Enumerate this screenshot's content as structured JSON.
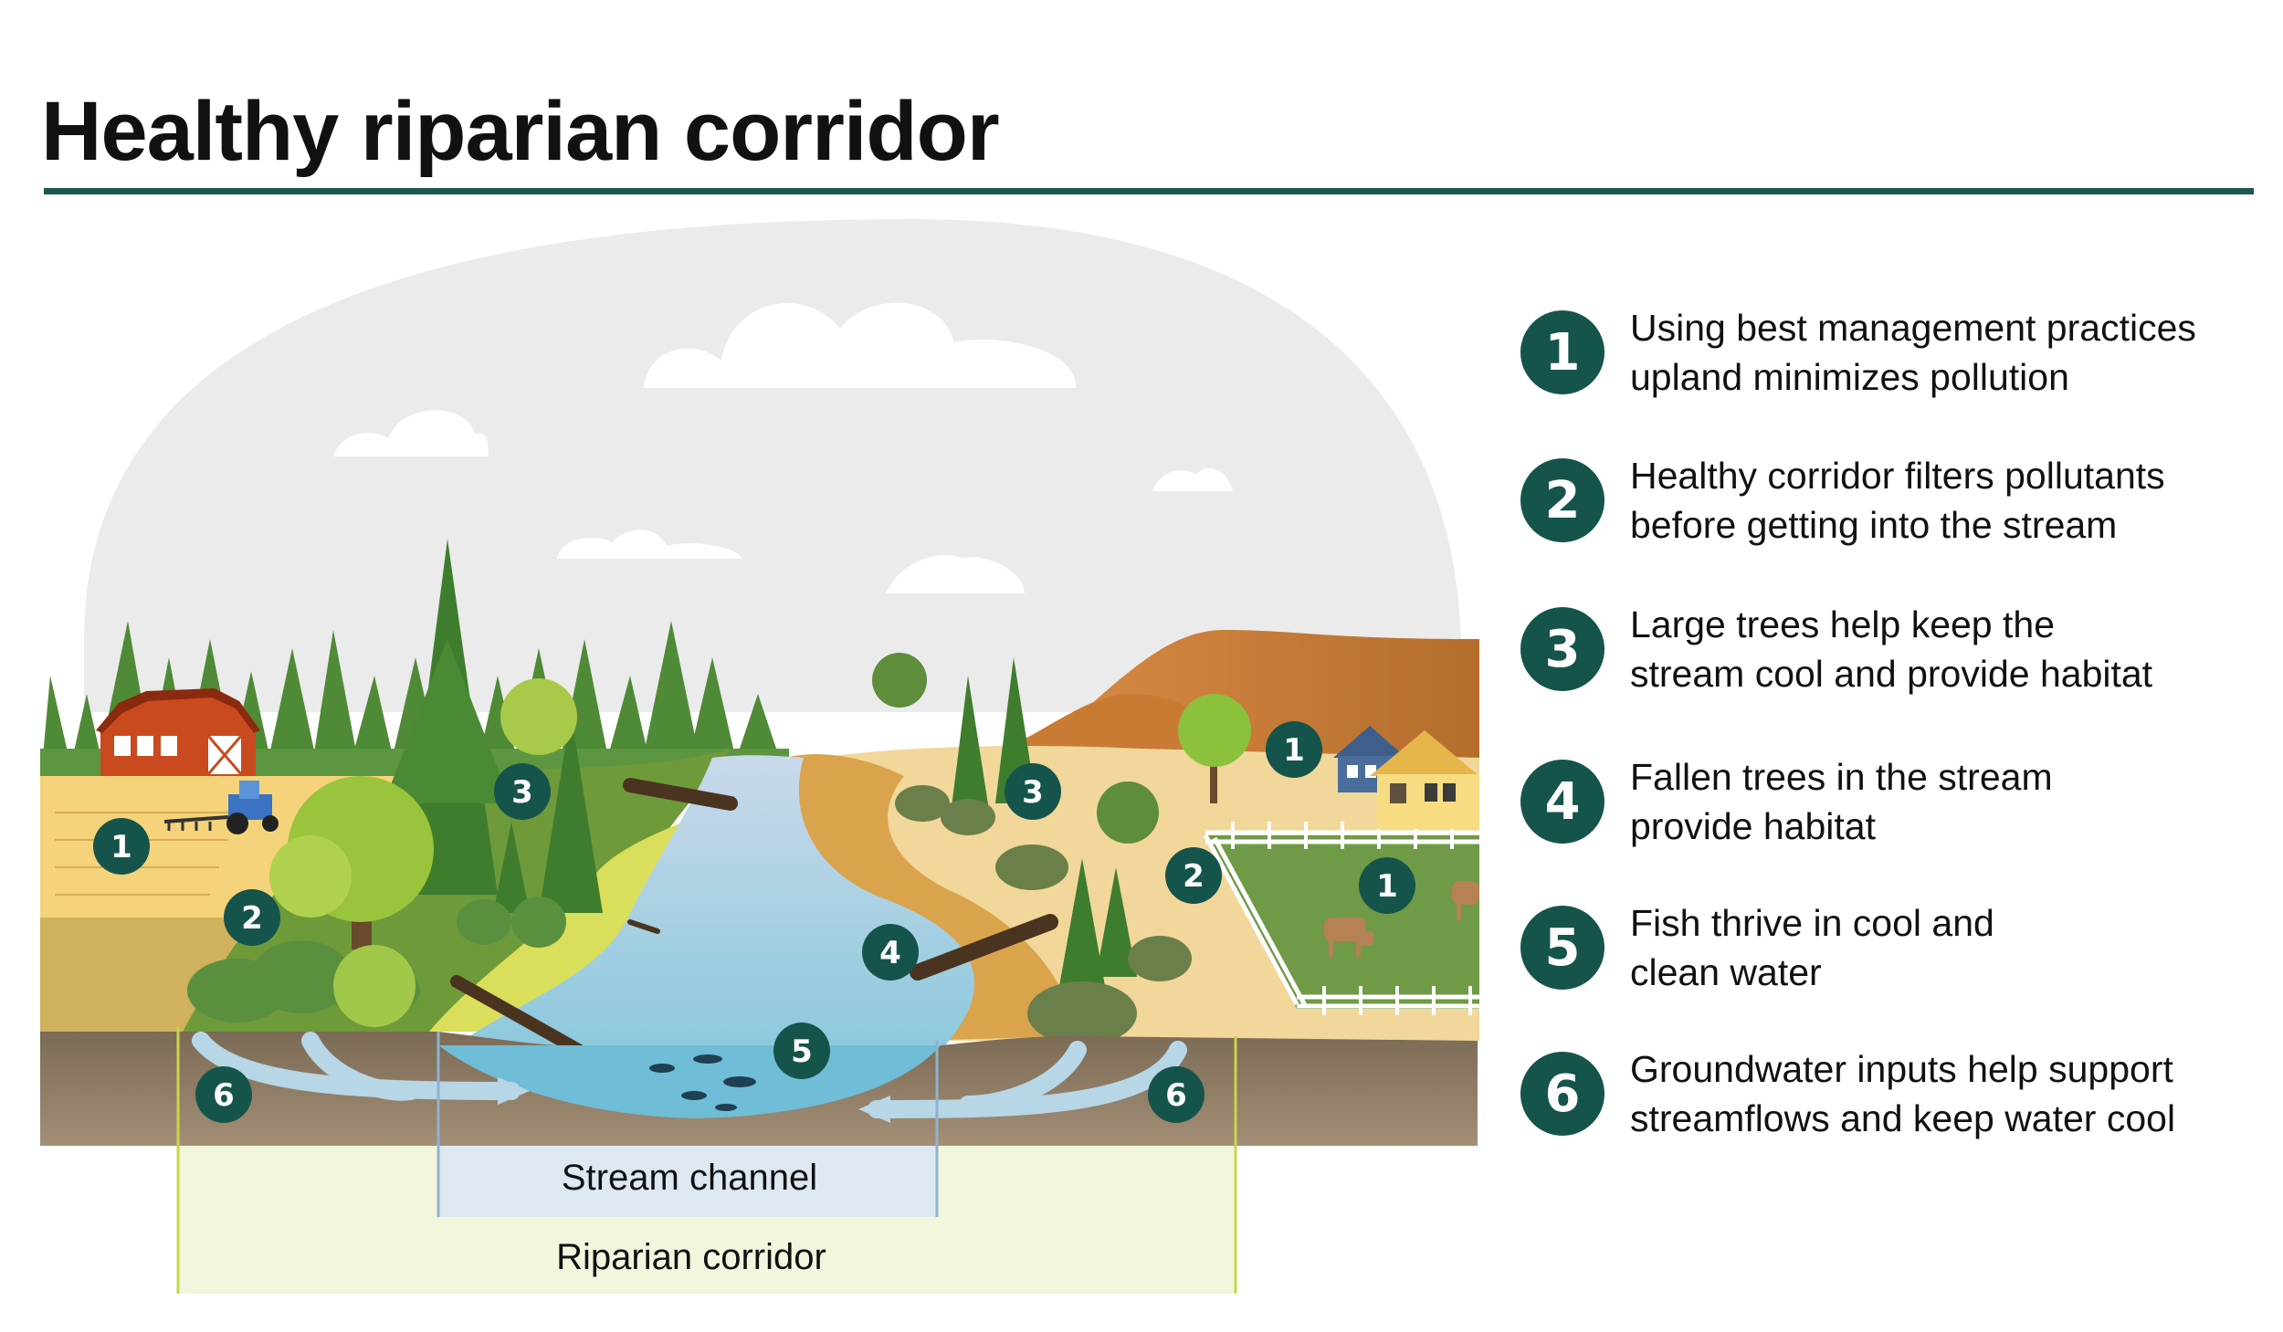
{
  "title": "Healthy riparian corridor",
  "colors": {
    "badge": "#15544b",
    "title_rule": "#1b5850",
    "water": "#a9cfe0",
    "soil": "#8a7862",
    "corridor_band": "#f1f6dc",
    "channel_band": "#dde8f0"
  },
  "legend": [
    {
      "number": "1",
      "line1": "Using best management practices",
      "line2": "upland minimizes pollution"
    },
    {
      "number": "2",
      "line1": "Healthy corridor filters pollutants",
      "line2": "before getting into the stream"
    },
    {
      "number": "3",
      "line1": "Large trees help keep the",
      "line2": "stream cool and provide habitat"
    },
    {
      "number": "4",
      "line1": "Fallen trees in the stream",
      "line2": "provide habitat"
    },
    {
      "number": "5",
      "line1": "Fish thrive in cool and",
      "line2": "clean water"
    },
    {
      "number": "6",
      "line1": "Groundwater inputs help support",
      "line2": "streamflows and keep water cool"
    }
  ],
  "scene": {
    "stream_channel_label": "Stream channel",
    "riparian_corridor_label": "Riparian corridor",
    "icons": [
      "barn-icon",
      "tractor-icon",
      "house-icon",
      "cow-icon",
      "fish-icon",
      "fallen-log-icon",
      "conifer-tree-icon",
      "deciduous-tree-icon",
      "cloud-icon",
      "fence-icon",
      "groundwater-arrow-icon"
    ],
    "badges": [
      "1",
      "2",
      "3",
      "6",
      "3",
      "4",
      "5",
      "1",
      "2",
      "1",
      "6"
    ]
  }
}
